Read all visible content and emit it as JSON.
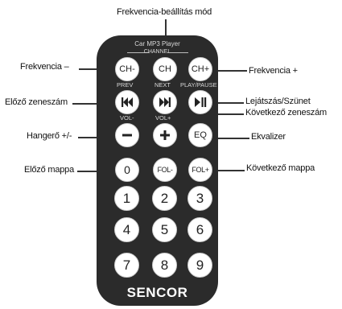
{
  "labels": {
    "mode": "Frekvencia-beállítás mód",
    "freq_minus": "Frekvencia –",
    "freq_plus": "Frekvencia +",
    "prev_track": "Előző zeneszám",
    "play_pause": "Lejátszás/Szünet",
    "next_track": "Következő zeneszám",
    "volume": "Hangerő +/-",
    "equalizer": "Ekvalizer",
    "prev_folder": "Előző mappa",
    "next_folder": "Következő mappa"
  },
  "remote": {
    "header": "Car MP3 Player",
    "channel_label": "CHANNEL",
    "brand": "SENCOR",
    "section_labels": {
      "prev": "PREV",
      "next": "NEXT",
      "play_pause": "PLAY/PAUSE",
      "vol_minus": "VOL-",
      "vol_plus": "VOL+"
    },
    "buttons": {
      "ch_minus": "CH-",
      "ch": "CH",
      "ch_plus": "CH+",
      "eq": "EQ",
      "zero": "0",
      "fol_minus": "FOL-",
      "fol_plus": "FOL+",
      "one": "1",
      "two": "2",
      "three": "3",
      "four": "4",
      "five": "5",
      "six": "6",
      "seven": "7",
      "eight": "8",
      "nine": "9"
    },
    "icons": {
      "prev": "skip-back-icon",
      "next": "skip-forward-icon",
      "play_pause": "play-pause-icon",
      "vol_minus": "minus-icon",
      "vol_plus": "plus-icon"
    }
  }
}
